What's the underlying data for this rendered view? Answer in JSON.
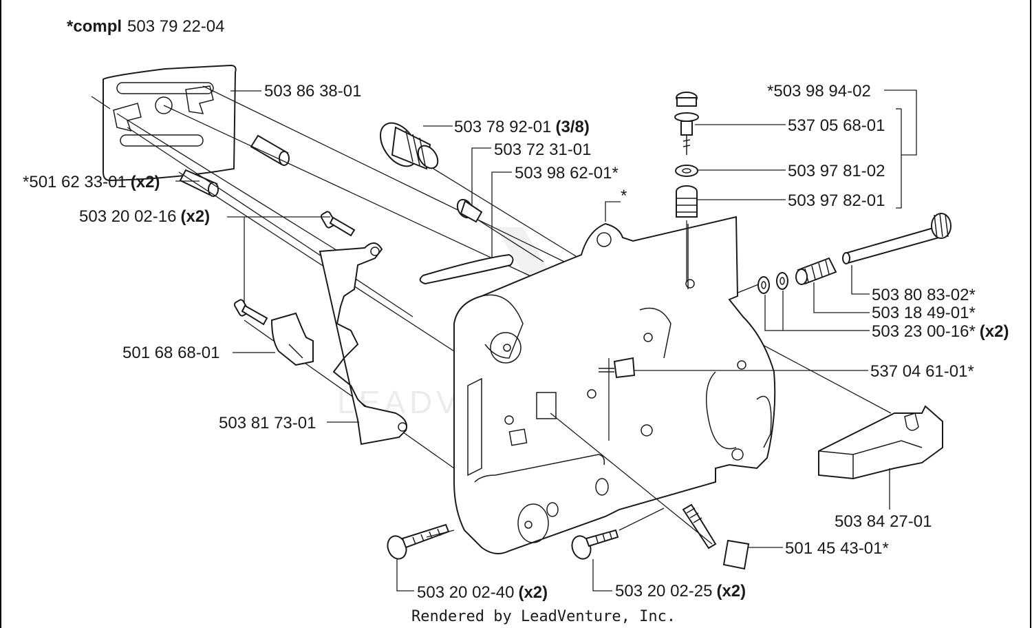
{
  "compl": {
    "prefix": "*compl",
    "number": "503 79 22-04"
  },
  "watermark": "LEADVENTURE",
  "labels": {
    "p_503_86_38_01": {
      "text": "503 86 38-01"
    },
    "p_503_78_92_01": {
      "text": "503 78 92-01",
      "suffix": "(3/8)"
    },
    "p_503_72_31_01": {
      "text": "503 72 31-01"
    },
    "p_503_98_62_01": {
      "text": "503 98 62-01*"
    },
    "star": {
      "text": "*"
    },
    "p_501_62_33_01": {
      "text": "*501 62 33-01",
      "suffix": "(x2)"
    },
    "p_503_20_02_16": {
      "text": "503 20 02-16",
      "suffix": "(x2)"
    },
    "p_501_68_68_01": {
      "text": "501 68 68-01"
    },
    "p_503_81_73_01": {
      "text": "503 81 73-01"
    },
    "p_503_98_94_02": {
      "text": "*503 98 94-02"
    },
    "p_537_05_68_01": {
      "text": "537 05 68-01"
    },
    "p_503_97_81_02": {
      "text": "503 97 81-02"
    },
    "p_503_97_82_01": {
      "text": "503 97 82-01"
    },
    "p_503_80_83_02": {
      "text": "503 80 83-02*"
    },
    "p_503_18_49_01": {
      "text": "503 18 49-01*"
    },
    "p_503_23_00_16": {
      "text": "503 23 00-16*",
      "suffix": "(x2)"
    },
    "p_537_04_61_01": {
      "text": "537 04 61-01*"
    },
    "p_503_84_27_01": {
      "text": "503 84 27-01"
    },
    "p_501_45_43_01": {
      "text": "501 45 43-01*"
    },
    "p_503_20_02_40": {
      "text": "503 20 02-40",
      "suffix": "(x2)"
    },
    "p_503_20_02_25": {
      "text": "503 20 02-25",
      "suffix": "(x2)"
    }
  },
  "footer": "Rendered by LeadVenture, Inc."
}
